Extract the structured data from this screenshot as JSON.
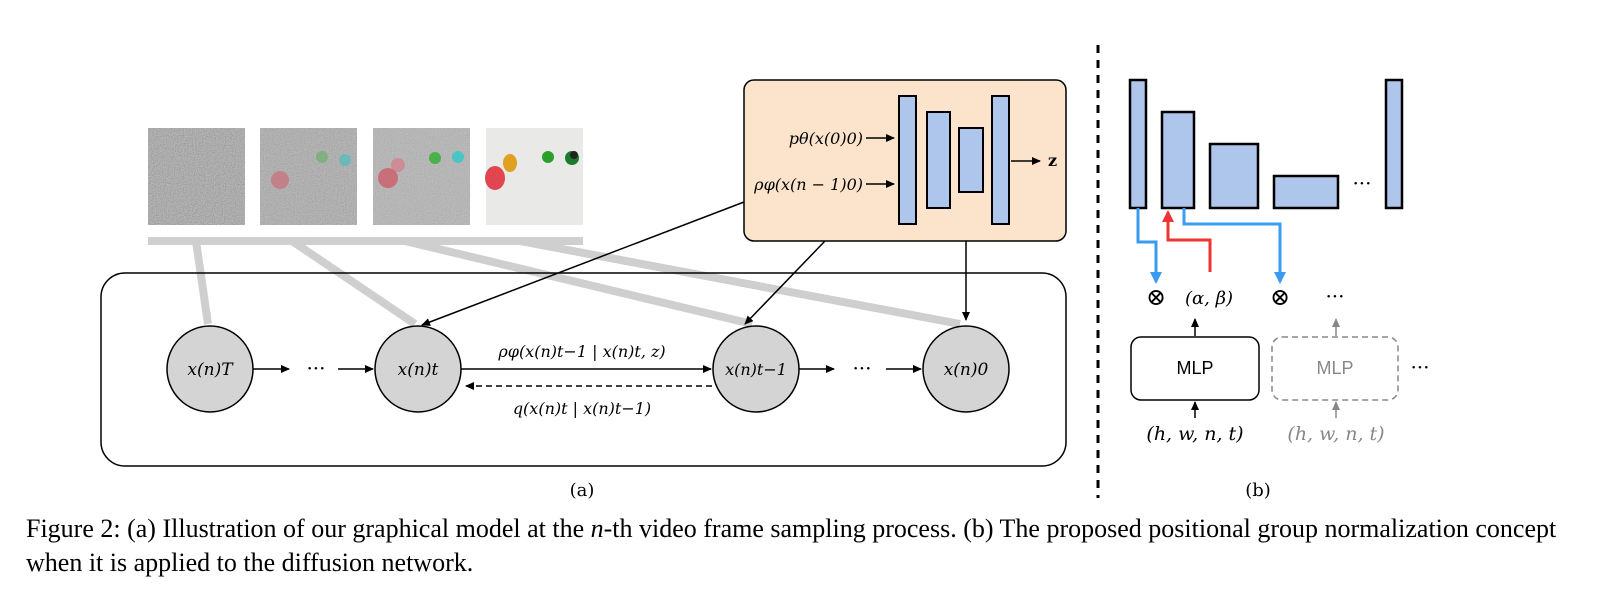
{
  "panel_a": {
    "label": "(a)",
    "encoder": {
      "input_top": "pθ(x(0)0)",
      "input_bottom": "ρφ(x(n − 1)0)",
      "output": "z"
    },
    "nodes": [
      {
        "label": "x(n)T"
      },
      {
        "label": "x(n)t"
      },
      {
        "label": "x(n)t−1"
      },
      {
        "label": "x(n)0"
      }
    ],
    "ellipsis": "···",
    "reverse_label": "ρφ(x(n)t−1 | x(n)t, z)",
    "forward_label": "q(x(n)t | x(n)t−1)"
  },
  "panel_b": {
    "label": "(b)",
    "otimes": "⊗",
    "alpha_beta": "(α, β)",
    "mlp_label": "MLP",
    "mlp_input": "(h, w, n, t)",
    "ellipsis": "···",
    "colors": {
      "blue_arrow": "#3a9bf0",
      "red_arrow": "#ee3333",
      "block_fill": "#aec6ec",
      "encoder_bg": "#fce4cc",
      "node_fill": "#d4d4d4"
    }
  },
  "caption": {
    "prefix": "Figure 2: (a) Illustration of our graphical model at the ",
    "var": "n",
    "suffix": "-th video frame sampling process. (b) The proposed positional group normalization concept when it is applied to the diffusion network."
  }
}
